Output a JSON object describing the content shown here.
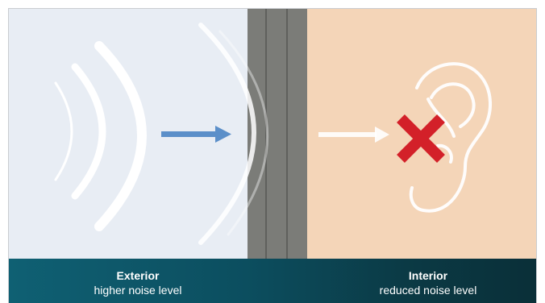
{
  "exterior": {
    "title": "Exterior",
    "subtitle": "higher noise level"
  },
  "interior": {
    "title": "Interior",
    "subtitle": "reduced noise level"
  },
  "icons": {
    "sound_waves": "sound-waves-icon",
    "arrow": "arrow-right-icon",
    "ear": "ear-icon",
    "blocked": "x-mark-icon"
  },
  "colors": {
    "exterior_bg": "#e8edf4",
    "interior_bg": "#f4d5b8",
    "wall": "#7b7c78",
    "exterior_arrow": "#5b8fc9",
    "blocked_mark": "#d32029",
    "footer": "#0c4e5f"
  }
}
